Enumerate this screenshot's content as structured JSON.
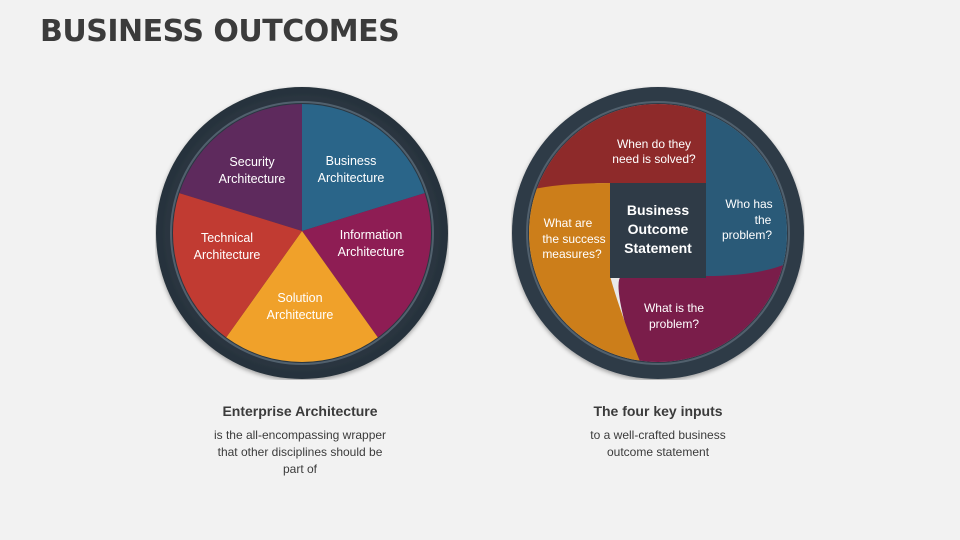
{
  "slide": {
    "title": "BUSINESS OUTCOMES"
  },
  "colors": {
    "ring_dark": "#2f3b47",
    "ring_light": "#4d5e6c",
    "security": "#5e2a5d",
    "business": "#2a6589",
    "information": "#8e1d54",
    "solution": "#f0a12a",
    "technical": "#c13b32",
    "center_box": "#2f3b47",
    "top_petal": "#8e2a2a",
    "right_petal": "#2a5a78",
    "bottom_petal": "#7a1d4a",
    "left_petal": "#cc7e1a"
  },
  "enterprise": {
    "segments": [
      {
        "line1": "Security",
        "line2": "Architecture"
      },
      {
        "line1": "Business",
        "line2": "Architecture"
      },
      {
        "line1": "Information",
        "line2": "Architecture"
      },
      {
        "line1": "Solution",
        "line2": "Architecture"
      },
      {
        "line1": "Technical",
        "line2": "Architecture"
      }
    ],
    "caption_head": "Enterprise Architecture",
    "caption_body": "is the all-encompassing wrapper that other disciplines should be part of"
  },
  "inputs": {
    "center": {
      "line1": "Business",
      "line2": "Outcome",
      "line3": "Statement"
    },
    "top": {
      "line1": "When do they",
      "line2": "need is solved?"
    },
    "right": {
      "line1": "Who has",
      "line2": "the",
      "line3": "problem?"
    },
    "bottom": {
      "line1": "What is the",
      "line2": "problem?"
    },
    "left": {
      "line1": "What are",
      "line2": "the success",
      "line3": "measures?"
    },
    "caption_head": "The four key inputs",
    "caption_body": "to a well-crafted business outcome statement"
  }
}
